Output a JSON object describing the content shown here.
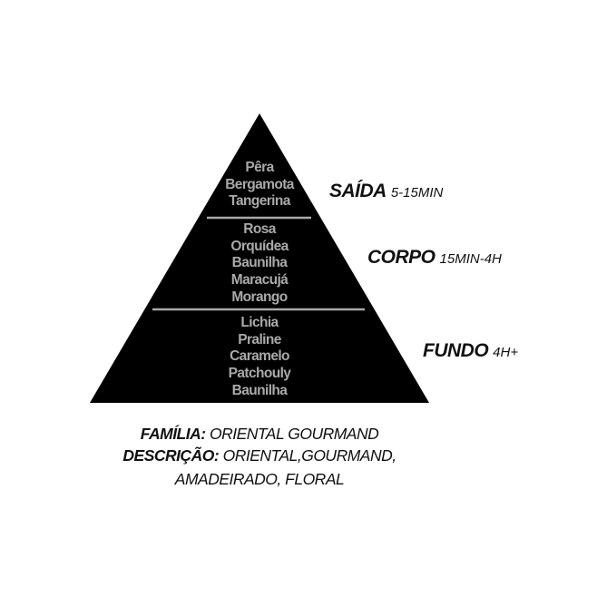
{
  "pyramid": {
    "tiers": [
      {
        "name": "SAÍDA",
        "time": "5-15MIN",
        "notes": [
          "Pêra",
          "Bergamota",
          "Tangerina"
        ]
      },
      {
        "name": "CORPO",
        "time": "15MIN-4H",
        "notes": [
          "Rosa",
          "Orquídea",
          "Baunilha",
          "Maracujá",
          "Morango"
        ]
      },
      {
        "name": "FUNDO",
        "time": "4H+",
        "notes": [
          "Lichia",
          "Praline",
          "Caramelo",
          "Patchouly",
          "Baunilha"
        ]
      }
    ],
    "colors": {
      "fill": "#000000",
      "divider": "#a9a9a9",
      "note_text": "#a9a9a9"
    }
  },
  "footer": {
    "familia_label": "FAMÍLIA:",
    "familia_value": "ORIENTAL GOURMAND",
    "descricao_label": "DESCRIÇÃO:",
    "descricao_value_line1": "ORIENTAL,GOURMAND,",
    "descricao_value_line2": "AMADEIRADO, FLORAL"
  }
}
